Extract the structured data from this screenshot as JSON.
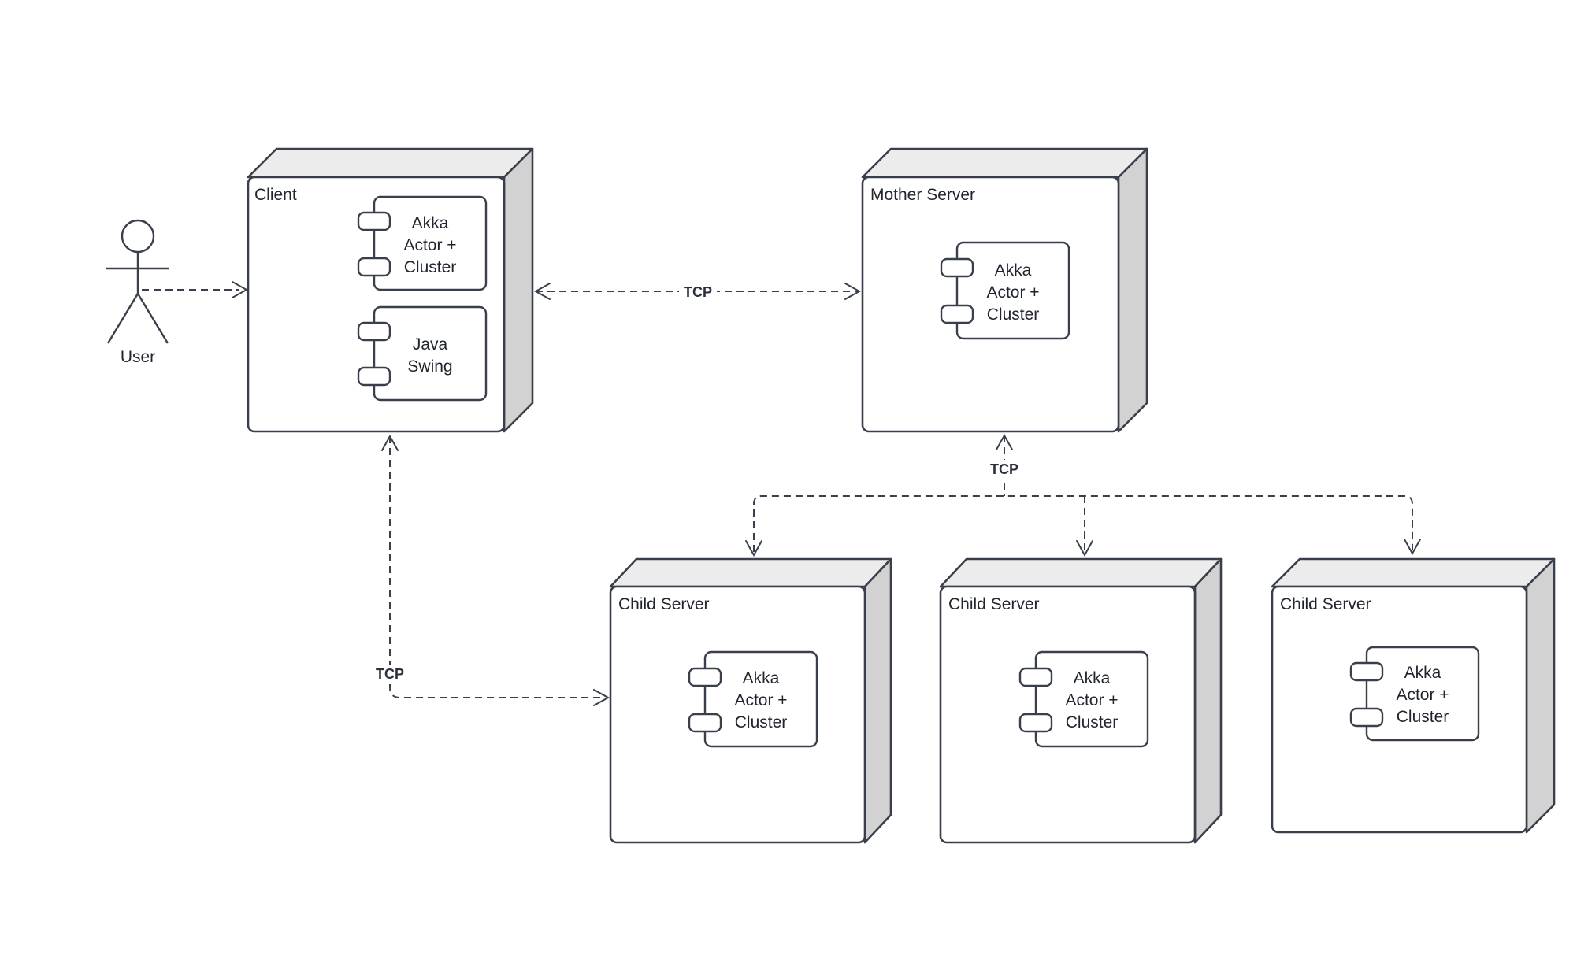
{
  "colors": {
    "background": "#FFFFFF",
    "stroke": "#39404C",
    "node_top_fill": "#ECECEC",
    "node_side_fill": "#D2D2D2",
    "node_front_fill": "#FFFFFF",
    "text": "#1F242D"
  },
  "actor": {
    "label": "User"
  },
  "nodes": {
    "client": {
      "label": "Client",
      "components": {
        "akka": {
          "line1": "Akka",
          "line2": "Actor +",
          "line3": "Cluster"
        },
        "swing": {
          "line1": "Java",
          "line2": "Swing"
        }
      }
    },
    "mother": {
      "label": "Mother Server",
      "components": {
        "akka": {
          "line1": "Akka",
          "line2": "Actor +",
          "line3": "Cluster"
        }
      }
    },
    "child1": {
      "label": "Child Server",
      "components": {
        "akka": {
          "line1": "Akka",
          "line2": "Actor +",
          "line3": "Cluster"
        }
      }
    },
    "child2": {
      "label": "Child Server",
      "components": {
        "akka": {
          "line1": "Akka",
          "line2": "Actor +",
          "line3": "Cluster"
        }
      }
    },
    "child3": {
      "label": "Child Server",
      "components": {
        "akka": {
          "line1": "Akka",
          "line2": "Actor +",
          "line3": "Cluster"
        }
      }
    }
  },
  "connections": {
    "user_client": {
      "label": ""
    },
    "client_mother": {
      "label": "TCP"
    },
    "mother_children": {
      "label": "TCP"
    },
    "client_child1": {
      "label": "TCP"
    }
  }
}
